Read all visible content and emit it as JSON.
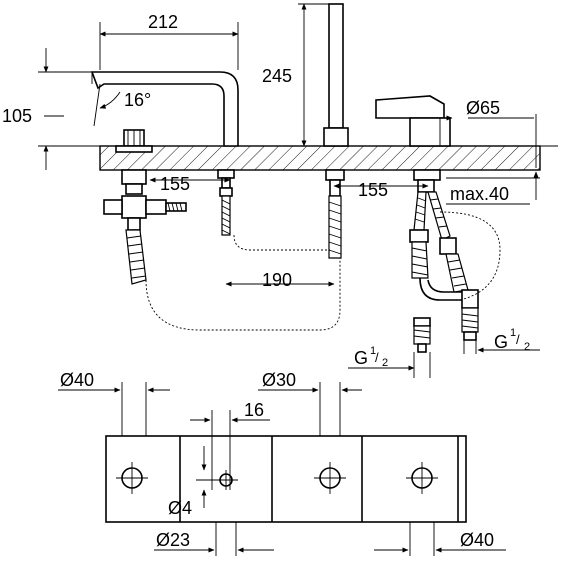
{
  "dimensions": {
    "d212": "212",
    "d245": "245",
    "d105": "105",
    "d16deg": "16°",
    "d65": "Ø65",
    "d155a": "155",
    "d155b": "155",
    "dmax40": "max.40",
    "d190": "190",
    "g_left": "G",
    "g_right": "G",
    "g_num": "1",
    "g_den": "2",
    "d40a": "Ø40",
    "d30": "Ø30",
    "d16": "16",
    "d4": "Ø4",
    "d23": "Ø23",
    "d40b": "Ø40"
  }
}
